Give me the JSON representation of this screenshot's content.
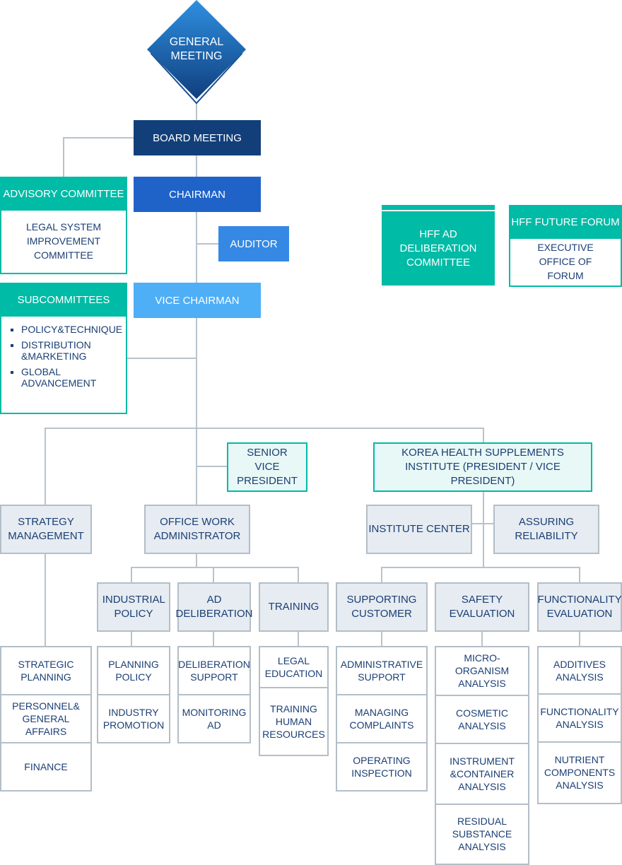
{
  "general_meeting": "GENERAL MEETING",
  "board_meeting": "BOARD MEETING",
  "chairman": "CHAIRMAN",
  "auditor": "AUDITOR",
  "vice_chairman": "VICE CHAIRMAN",
  "advisory": {
    "title": "ADVISORY COMMITTEE",
    "body": "LEGAL SYSTEM IMPROVEMENT COMMITTEE"
  },
  "subcommittees": {
    "title": "SUBCOMMITTEES",
    "items": [
      "POLICY&TECHNIQUE",
      "DISTRIBUTION &MARKETING",
      "GLOBAL ADVANCEMENT"
    ]
  },
  "hff_ad": "HFF AD DELIBERATION COMMITTEE",
  "hff_forum": {
    "title": "HFF FUTURE FORUM",
    "body": "EXECUTIVE OFFICE OF FORUM"
  },
  "senior_vp": "SENIOR VICE PRESIDENT",
  "khsi": "KOREA HEALTH SUPPLEMENTS INSTITUTE (PRESIDENT / VICE PRESIDENT)",
  "strategy": "STRATEGY MANAGEMENT",
  "office_admin": "OFFICE WORK ADMINISTRATOR",
  "institute_center": "INSTITUTE CENTER",
  "assuring": "ASSURING RELIABILITY",
  "industrial_policy": "INDUSTRIAL POLICY",
  "ad_deliberation": "AD DELIBERATION",
  "training": "TRAINING",
  "supporting_customer": "SUPPORTING CUSTOMER",
  "safety_eval": "SAFETY EVALUATION",
  "functionality_eval": "FUNCTIONALITY EVALUATION",
  "strategy_units": [
    "STRATEGIC PLANNING",
    "PERSONNEL& GENERAL AFFAIRS",
    "FINANCE"
  ],
  "industrial_units": [
    "PLANNING POLICY",
    "INDUSTRY PROMOTION"
  ],
  "ad_units": [
    "DELIBERATION SUPPORT",
    "MONITORING AD"
  ],
  "training_units": [
    "LEGAL EDUCATION",
    "TRAINING HUMAN RESOURCES"
  ],
  "supporting_units": [
    "ADMINISTRATIVE SUPPORT",
    "MANAGING COMPLAINTS",
    "OPERATING INSPECTION"
  ],
  "safety_units": [
    "MICRO-ORGANISM ANALYSIS",
    "COSMETIC ANALYSIS",
    "INSTRUMENT &CONTAINER ANALYSIS",
    "RESIDUAL SUBSTANCE ANALYSIS"
  ],
  "functionality_units": [
    "ADDITIVES ANALYSIS",
    "FUNCTIONALITY ANALYSIS",
    "NUTRIENT COMPONENTS ANALYSIS"
  ]
}
